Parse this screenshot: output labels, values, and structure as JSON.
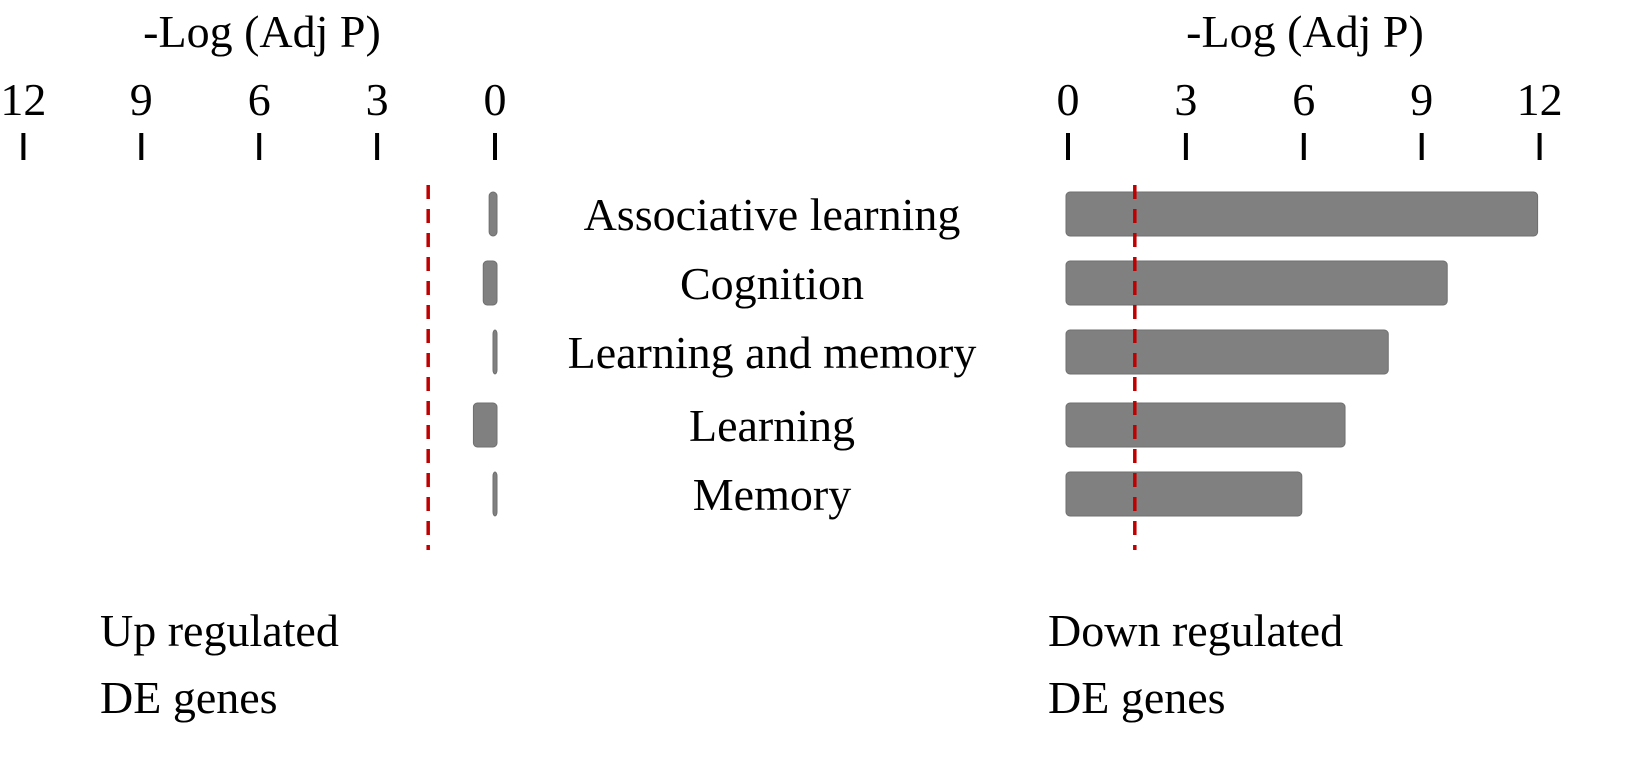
{
  "chart_data": {
    "type": "bar",
    "orientation": "horizontal",
    "categories": [
      "Associative learning",
      "Cognition",
      "Learning and memory",
      "Learning",
      "Memory"
    ],
    "panels": [
      {
        "id": "up",
        "axis_title": "-Log (Adj P)",
        "direction": "reversed",
        "xlim": [
          0,
          12
        ],
        "ticks": [
          12,
          9,
          6,
          3,
          0
        ],
        "values": [
          0.2,
          0.35,
          0.1,
          0.6,
          0.05
        ],
        "threshold": 1.7,
        "footer": [
          "Up regulated",
          "DE genes"
        ]
      },
      {
        "id": "down",
        "axis_title": "-Log (Adj P)",
        "direction": "normal",
        "xlim": [
          0,
          12
        ],
        "ticks": [
          0,
          3,
          6,
          9,
          12
        ],
        "values": [
          12.0,
          9.7,
          8.2,
          7.1,
          6.0
        ],
        "threshold": 1.7,
        "footer": [
          "Down regulated",
          "DE genes"
        ]
      }
    ],
    "colors": {
      "bar": "#808080",
      "threshold": "#c00000"
    }
  }
}
